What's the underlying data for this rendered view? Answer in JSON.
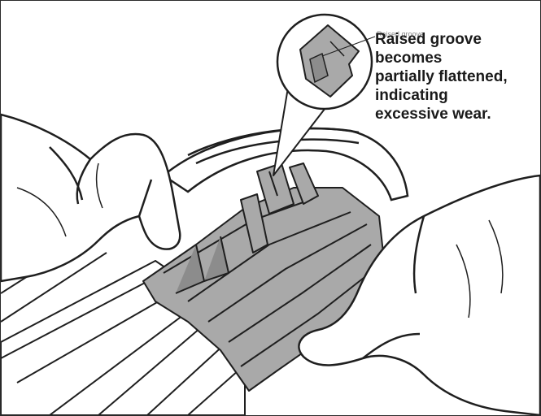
{
  "callout": {
    "lines": [
      "Raised groove",
      "becomes",
      "partially flattened,",
      "indicating",
      "excessive wear."
    ],
    "overlay_text": "Raised groove"
  },
  "colors": {
    "outline": "#1f1f1f",
    "part_fill": "#a9a9a9",
    "part_dark": "#8c8c8c",
    "background": "#ffffff"
  }
}
